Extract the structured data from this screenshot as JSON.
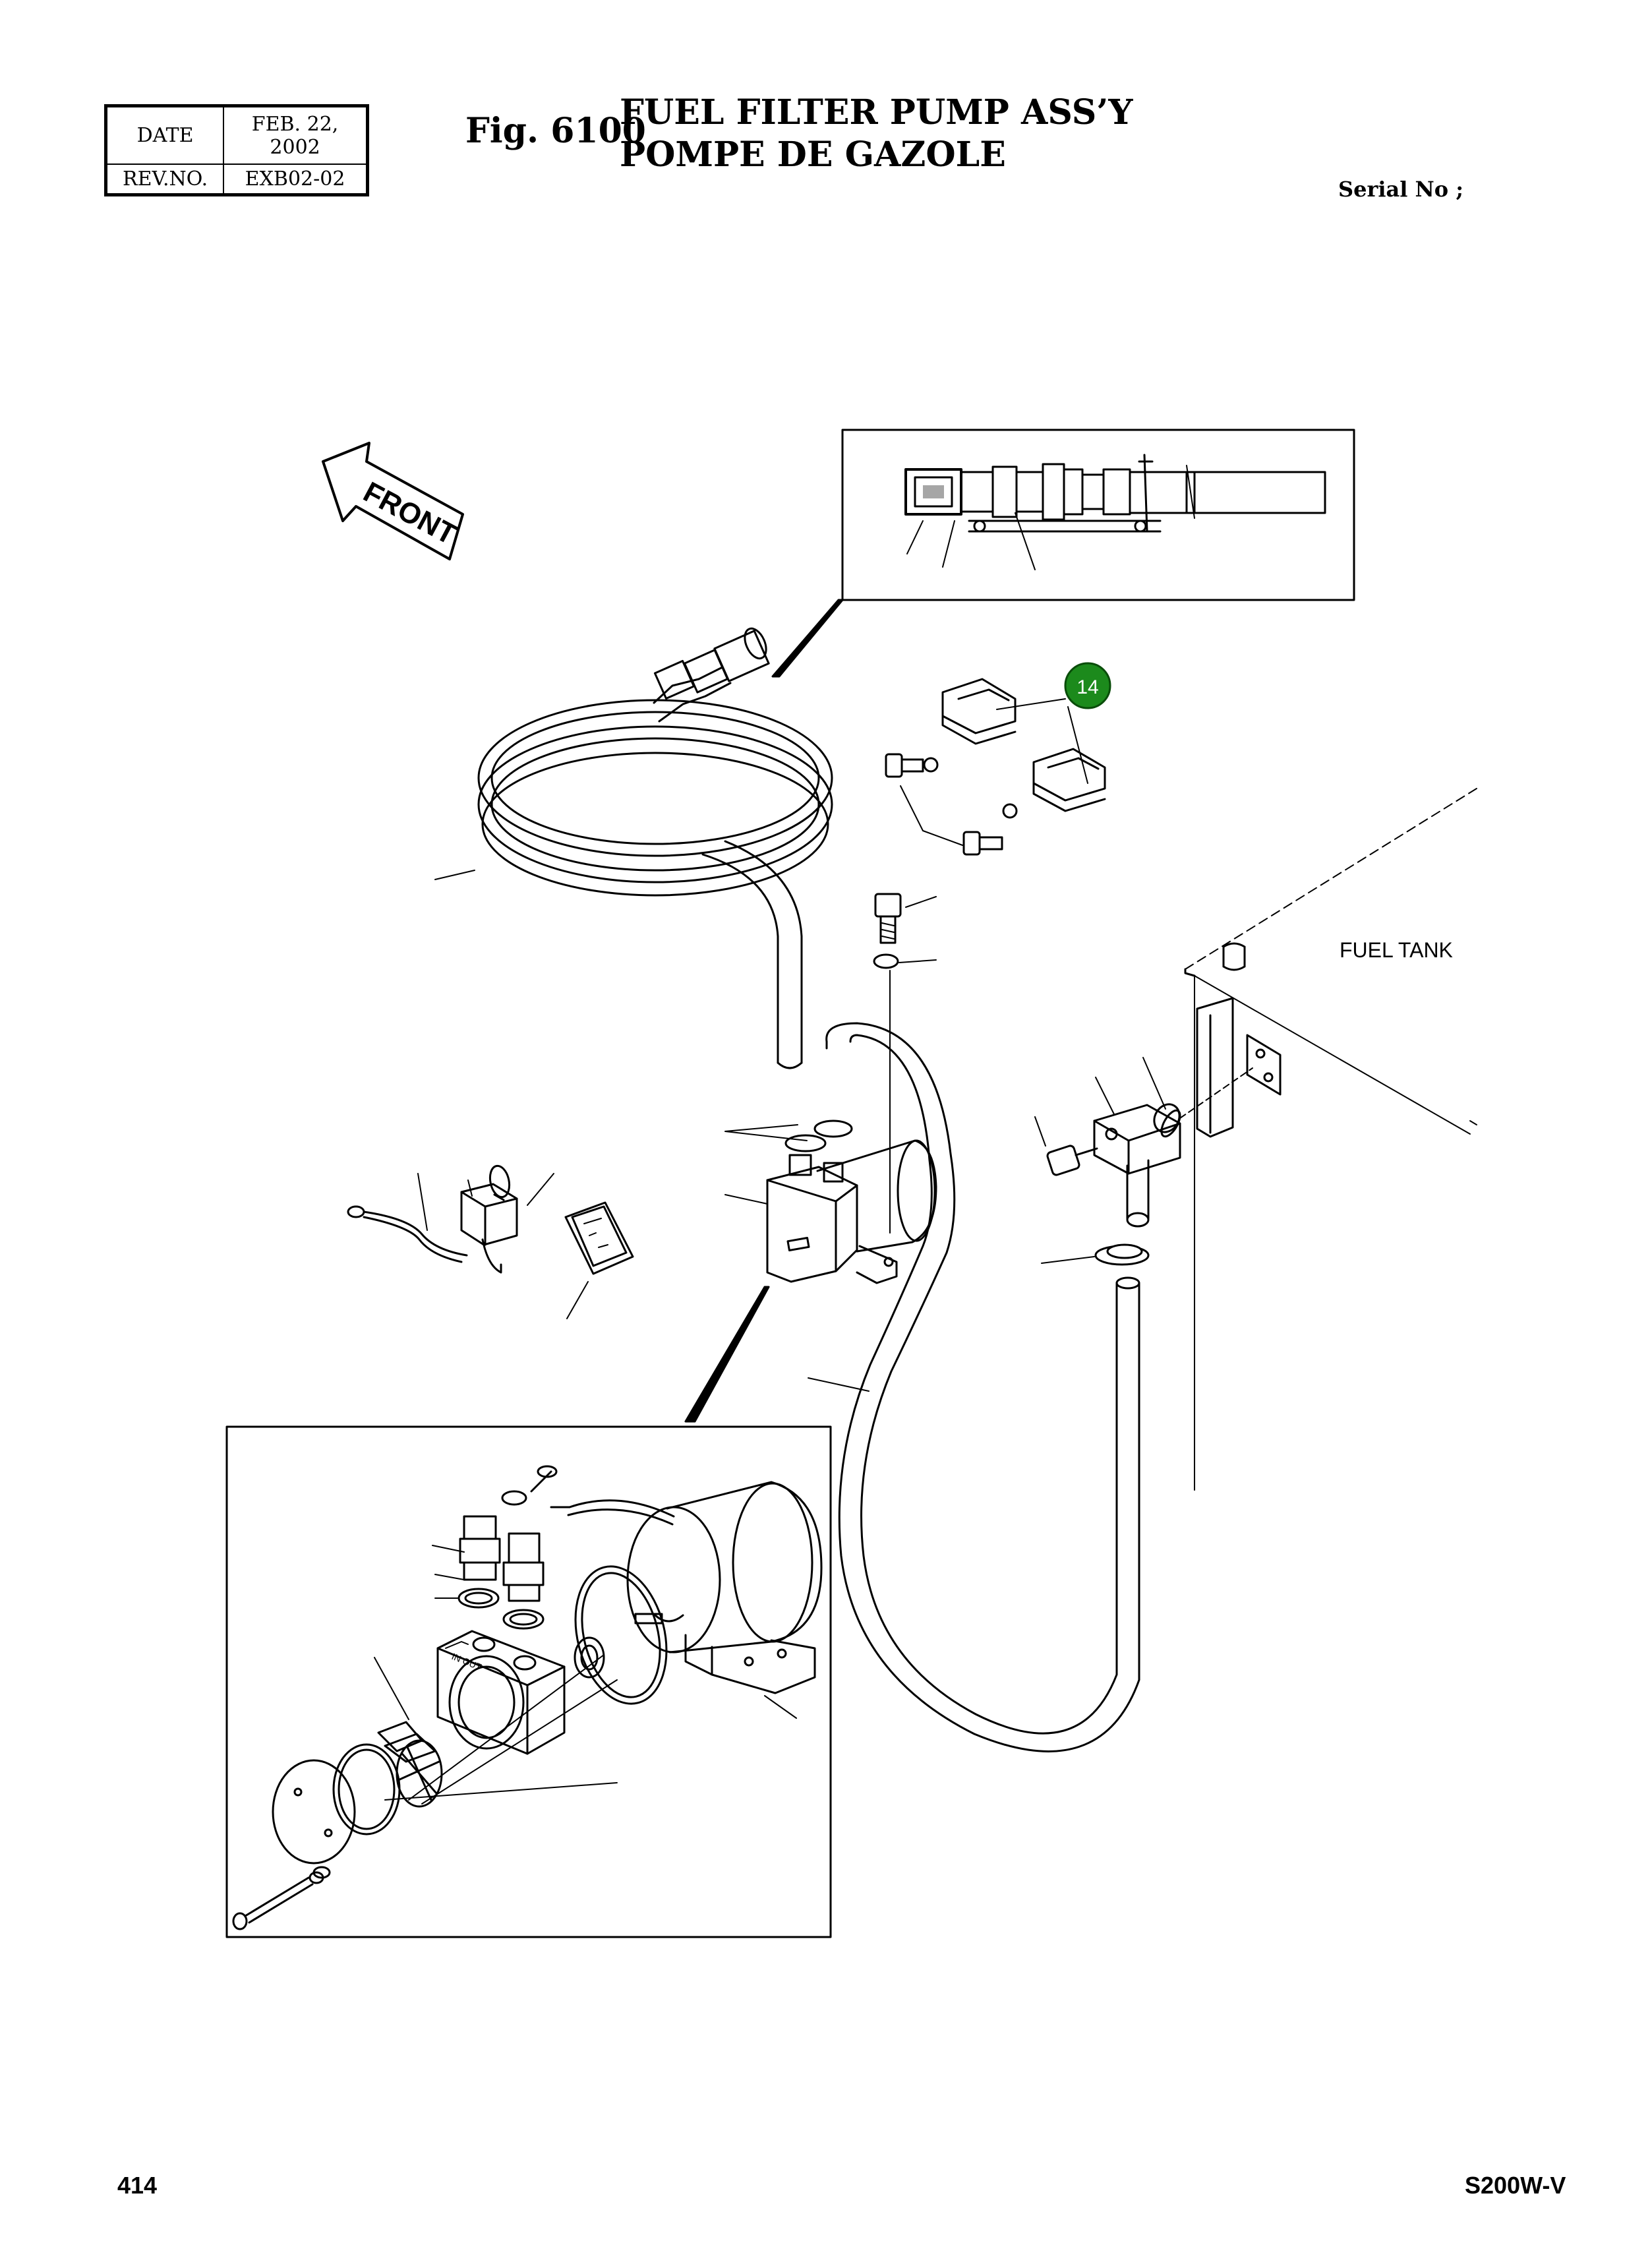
{
  "header": {
    "date_label": "DATE",
    "date_value": "FEB. 22, 2002",
    "rev_label": "REV.NO.",
    "rev_value": "EXB02-02",
    "fig_no": "Fig. 6100",
    "title_en": "FUEL FILTER PUMP ASS’Y",
    "title_fr": "POMPE DE GAZOLE",
    "serial": "Serial No ;"
  },
  "diagram": {
    "front_label": "FRONT",
    "fuel_tank_label": "FUEL TANK",
    "callout": "14",
    "callout_color": "#1c8a1c",
    "pump_label": "IN OUT"
  },
  "footer": {
    "page": "414",
    "model": "S200W-V"
  }
}
